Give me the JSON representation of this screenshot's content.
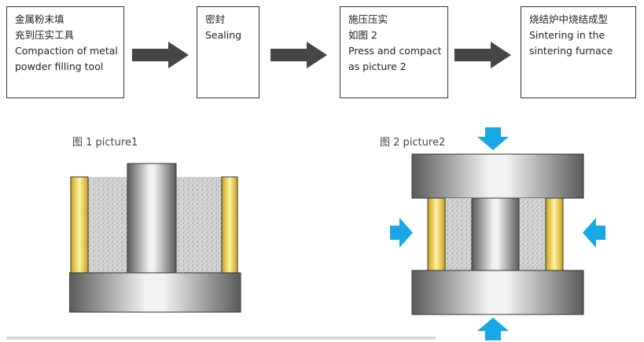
{
  "flow": {
    "steps": [
      {
        "line1": "金属粉末填",
        "line2": "充到压实工具",
        "line3": "Compaction of metal",
        "line4": "powder filling tool"
      },
      {
        "line1": "密封",
        "line2": "Sealing"
      },
      {
        "line1": "施压压实",
        "line2": "如图 2",
        "line3": "Press and compact",
        "line4": "as picture 2"
      },
      {
        "line1": "烧结炉中烧结成型",
        "line2": "Sintering in the",
        "line3": "sintering furnace"
      }
    ]
  },
  "figures": {
    "fig1_caption": "图 1 picture1",
    "fig2_caption": "图 2 picture2"
  },
  "colors": {
    "arrow_flow": "#454545",
    "pressure_arrow": "#1aa7e6",
    "gold_insert": "#f5e06a",
    "steel_dark": "#5a5a5a",
    "steel_light": "#f2f2f2",
    "powder": "#d8d8d8"
  }
}
